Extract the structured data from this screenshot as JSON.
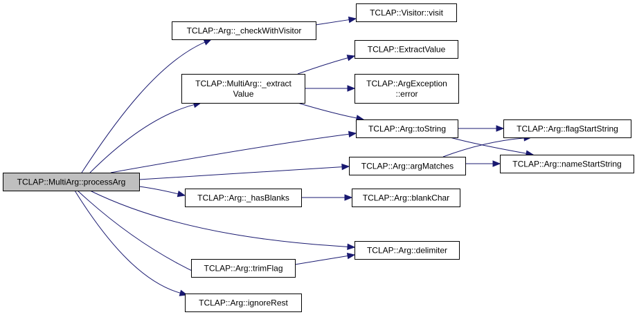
{
  "colors": {
    "edge": "#191970",
    "node_fill": "#ffffff",
    "root_fill": "#bfbfbf",
    "border": "#000000"
  },
  "nodes": [
    {
      "id": "processArg",
      "lines": [
        "TCLAP::MultiArg::processArg"
      ],
      "root": true
    },
    {
      "id": "checkWithVisitor",
      "lines": [
        "TCLAP::Arg::_checkWithVisitor"
      ]
    },
    {
      "id": "visit",
      "lines": [
        "TCLAP::Visitor::visit"
      ]
    },
    {
      "id": "extractValue",
      "lines": [
        "TCLAP::MultiArg::_extract",
        "Value"
      ]
    },
    {
      "id": "ExtractValue",
      "lines": [
        "TCLAP::ExtractValue"
      ]
    },
    {
      "id": "error",
      "lines": [
        "TCLAP::ArgException",
        "::error"
      ]
    },
    {
      "id": "toString",
      "lines": [
        "TCLAP::Arg::toString"
      ]
    },
    {
      "id": "flagStartString",
      "lines": [
        "TCLAP::Arg::flagStartString"
      ]
    },
    {
      "id": "argMatches",
      "lines": [
        "TCLAP::Arg::argMatches"
      ]
    },
    {
      "id": "nameStartString",
      "lines": [
        "TCLAP::Arg::nameStartString"
      ]
    },
    {
      "id": "hasBlanks",
      "lines": [
        "TCLAP::Arg::_hasBlanks"
      ]
    },
    {
      "id": "blankChar",
      "lines": [
        "TCLAP::Arg::blankChar"
      ]
    },
    {
      "id": "delimiter",
      "lines": [
        "TCLAP::Arg::delimiter"
      ]
    },
    {
      "id": "trimFlag",
      "lines": [
        "TCLAP::Arg::trimFlag"
      ]
    },
    {
      "id": "ignoreRest",
      "lines": [
        "TCLAP::Arg::ignoreRest"
      ]
    }
  ],
  "edges": [
    {
      "from": "processArg",
      "to": "checkWithVisitor"
    },
    {
      "from": "processArg",
      "to": "extractValue"
    },
    {
      "from": "processArg",
      "to": "toString"
    },
    {
      "from": "processArg",
      "to": "argMatches"
    },
    {
      "from": "processArg",
      "to": "hasBlanks"
    },
    {
      "from": "processArg",
      "to": "delimiter"
    },
    {
      "from": "processArg",
      "to": "trimFlag"
    },
    {
      "from": "processArg",
      "to": "ignoreRest"
    },
    {
      "from": "checkWithVisitor",
      "to": "visit"
    },
    {
      "from": "extractValue",
      "to": "ExtractValue"
    },
    {
      "from": "extractValue",
      "to": "error"
    },
    {
      "from": "extractValue",
      "to": "toString"
    },
    {
      "from": "toString",
      "to": "flagStartString"
    },
    {
      "from": "toString",
      "to": "nameStartString"
    },
    {
      "from": "argMatches",
      "to": "flagStartString"
    },
    {
      "from": "argMatches",
      "to": "nameStartString"
    },
    {
      "from": "hasBlanks",
      "to": "blankChar"
    },
    {
      "from": "trimFlag",
      "to": "delimiter"
    }
  ]
}
